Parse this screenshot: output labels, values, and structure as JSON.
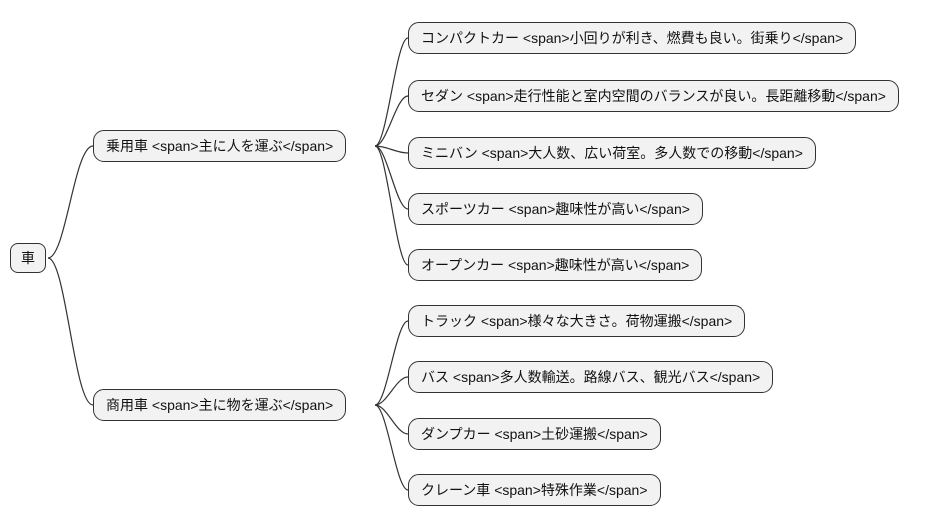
{
  "mindmap": {
    "root": {
      "label": "車"
    },
    "branches": [
      {
        "label": "乗用車 <span>主に人を運ぶ</span>",
        "children": [
          {
            "label": "コンパクトカー <span>小回りが利き、燃費も良い。街乗り</span>"
          },
          {
            "label": "セダン <span>走行性能と室内空間のバランスが良い。長距離移動</span>"
          },
          {
            "label": "ミニバン <span>大人数、広い荷室。多人数での移動</span>"
          },
          {
            "label": "スポーツカー <span>趣味性が高い</span>"
          },
          {
            "label": "オープンカー <span>趣味性が高い</span>"
          }
        ]
      },
      {
        "label": "商用車 <span>主に物を運ぶ</span>",
        "children": [
          {
            "label": "トラック <span>様々な大きさ。荷物運搬</span>"
          },
          {
            "label": "バス <span>多人数輸送。路線バス、観光バス</span>"
          },
          {
            "label": "ダンプカー <span>土砂運搬</span>"
          },
          {
            "label": "クレーン車 <span>特殊作業</span>"
          }
        ]
      }
    ],
    "colors": {
      "node_bg": "#f2f2f2",
      "node_border": "#333333",
      "edge": "#333333",
      "text": "#111111",
      "background": "#ffffff"
    }
  }
}
